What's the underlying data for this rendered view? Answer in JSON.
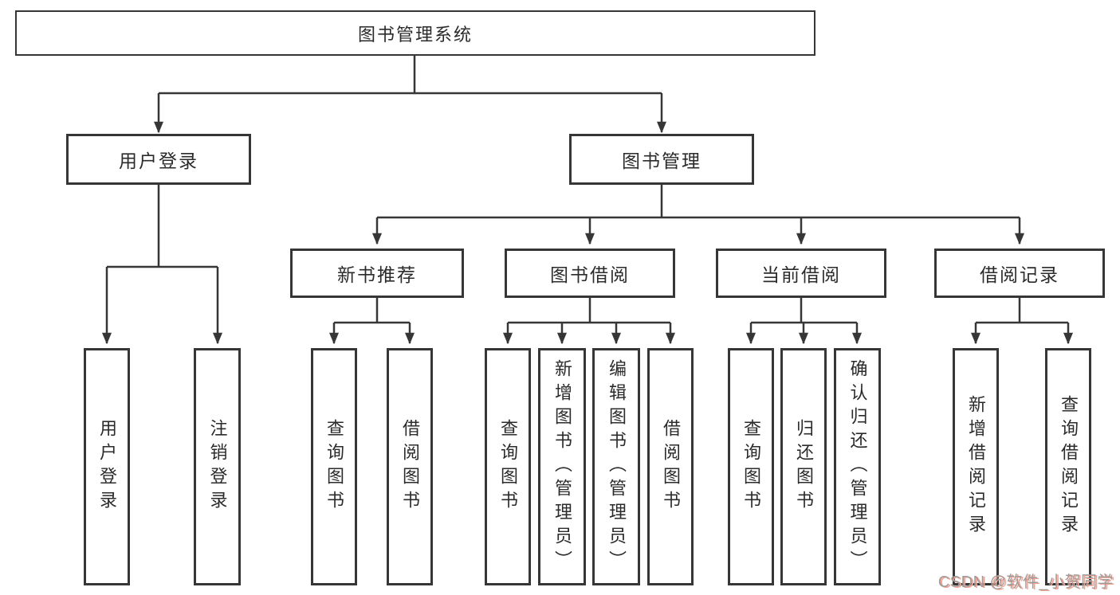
{
  "colors": {
    "line": "#363636",
    "text": "#2b2b2b",
    "box_bg": "#ffffff",
    "watermark_text": "#9c9c9c",
    "watermark_shadow": "#f9a08d"
  },
  "watermark": {
    "text": "CSDN @软件_小贺同学"
  },
  "tree": {
    "label": "图书管理系统",
    "children": [
      {
        "label": "用户登录",
        "children": [
          {
            "label": "用户登录"
          },
          {
            "label": "注销登录"
          }
        ]
      },
      {
        "label": "图书管理",
        "children": [
          {
            "label": "新书推荐",
            "children": [
              {
                "label": "查询图书"
              },
              {
                "label": "借阅图书"
              }
            ]
          },
          {
            "label": "图书借阅",
            "children": [
              {
                "label": "查询图书"
              },
              {
                "label": "新增图书（管理员）"
              },
              {
                "label": "编辑图书（管理员）"
              },
              {
                "label": "借阅图书"
              }
            ]
          },
          {
            "label": "当前借阅",
            "children": [
              {
                "label": "查询图书"
              },
              {
                "label": "归还图书"
              },
              {
                "label": "确认归还（管理员）"
              }
            ]
          },
          {
            "label": "借阅记录",
            "children": [
              {
                "label": "新增借阅记录"
              },
              {
                "label": "查询借阅记录"
              }
            ]
          }
        ]
      }
    ]
  }
}
